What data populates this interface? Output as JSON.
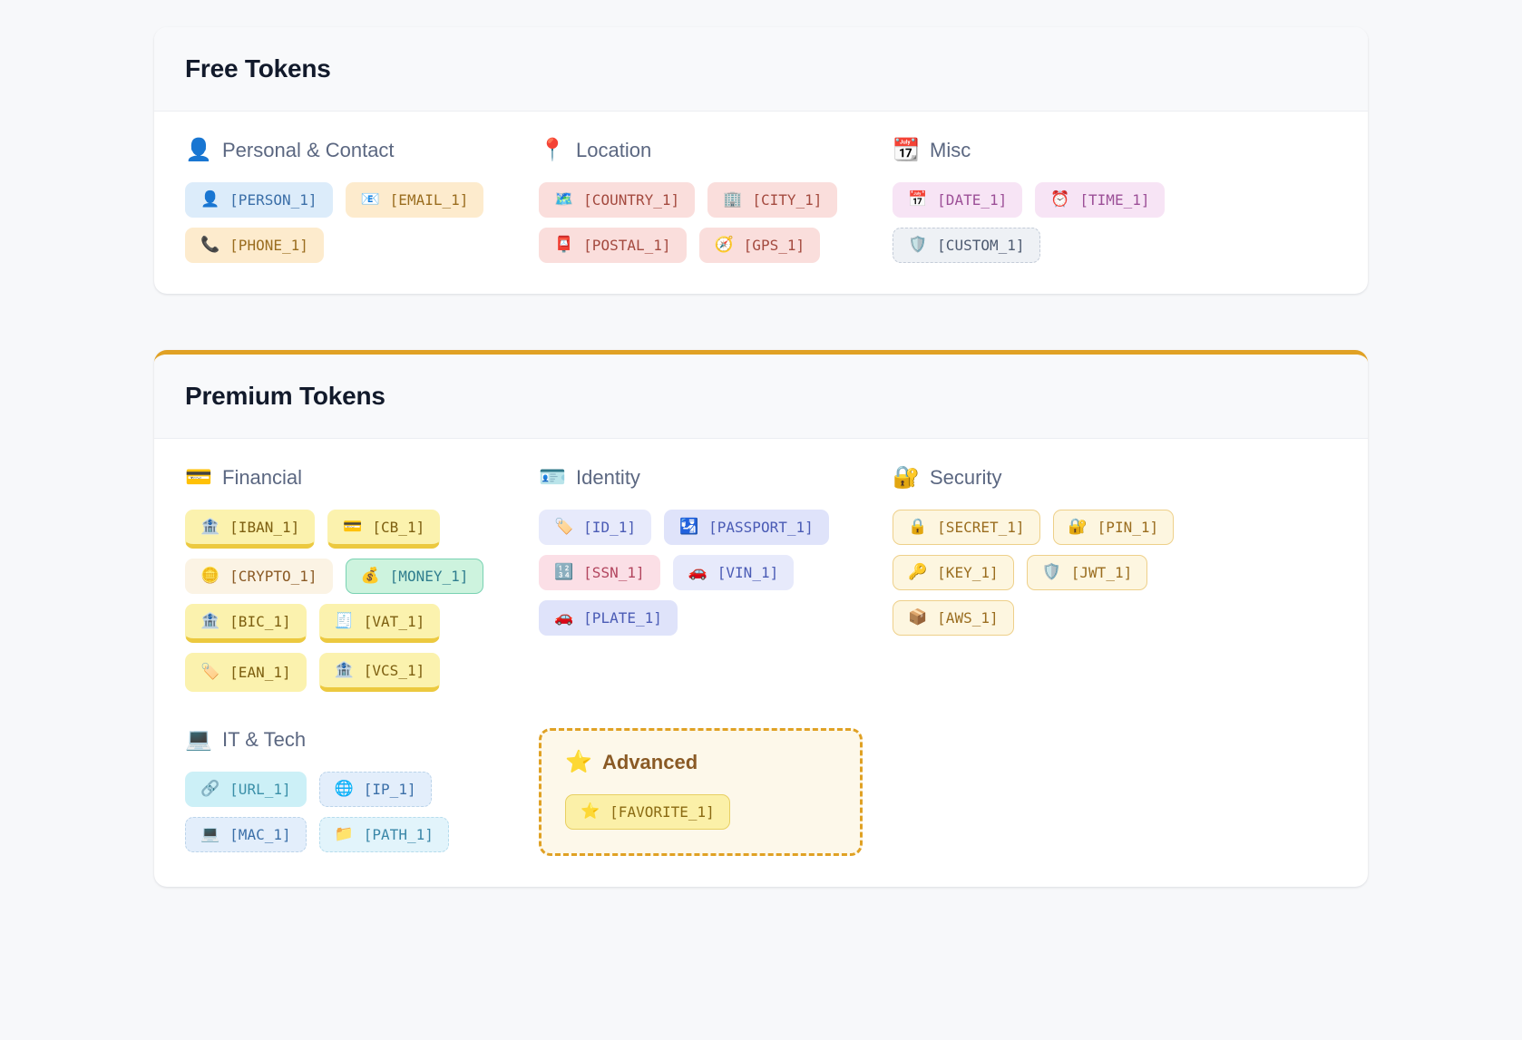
{
  "free_card": {
    "title": "Free Tokens",
    "groups": [
      {
        "name": "Personal & Contact",
        "icon": "bust-in-silhouette-icon",
        "emoji": "👤",
        "tokens": [
          {
            "label": "[PERSON_1]",
            "emoji": "👤",
            "icon": "person-icon",
            "variant": "v-blue"
          },
          {
            "label": "[EMAIL_1]",
            "emoji": "📧",
            "icon": "email-icon",
            "variant": "v-orange"
          },
          {
            "label": "[PHONE_1]",
            "emoji": "📞",
            "icon": "phone-icon",
            "variant": "v-orange"
          }
        ]
      },
      {
        "name": "Location",
        "icon": "round-pushpin-icon",
        "emoji": "📍",
        "tokens": [
          {
            "label": "[COUNTRY_1]",
            "emoji": "🗺️",
            "icon": "map-icon",
            "variant": "v-red"
          },
          {
            "label": "[CITY_1]",
            "emoji": "🏢",
            "icon": "building-icon",
            "variant": "v-red"
          },
          {
            "label": "[POSTAL_1]",
            "emoji": "📮",
            "icon": "postbox-icon",
            "variant": "v-red"
          },
          {
            "label": "[GPS_1]",
            "emoji": "🧭",
            "icon": "compass-icon",
            "variant": "v-red"
          }
        ]
      },
      {
        "name": "Misc",
        "icon": "calendar-icon",
        "emoji": "📆",
        "tokens": [
          {
            "label": "[DATE_1]",
            "emoji": "📅",
            "icon": "calendar-icon",
            "variant": "v-pink"
          },
          {
            "label": "[TIME_1]",
            "emoji": "⏰",
            "icon": "alarm-clock-icon",
            "variant": "v-pink"
          },
          {
            "label": "[CUSTOM_1]",
            "emoji": "🛡️",
            "icon": "shield-icon",
            "variant": "v-gray"
          }
        ]
      }
    ]
  },
  "premium_card": {
    "title": "Premium Tokens",
    "groups": [
      {
        "name": "Financial",
        "icon": "credit-card-icon",
        "emoji": "💳",
        "tokens": [
          {
            "label": "[IBAN_1]",
            "emoji": "🏦",
            "icon": "bank-icon",
            "variant": "v-yellow3"
          },
          {
            "label": "[CB_1]",
            "emoji": "💳",
            "icon": "credit-card-icon",
            "variant": "v-yellow3"
          },
          {
            "label": "[CRYPTO_1]",
            "emoji": "🪙",
            "icon": "coin-icon",
            "variant": "v-cream"
          },
          {
            "label": "[MONEY_1]",
            "emoji": "💰",
            "icon": "money-bag-icon",
            "variant": "v-mint"
          },
          {
            "label": "[BIC_1]",
            "emoji": "🏦",
            "icon": "bank-icon",
            "variant": "v-yellow3"
          },
          {
            "label": "[VAT_1]",
            "emoji": "🧾",
            "icon": "receipt-icon",
            "variant": "v-yellow3"
          },
          {
            "label": "[EAN_1]",
            "emoji": "🏷️",
            "icon": "label-icon",
            "variant": "v-yellow"
          },
          {
            "label": "[VCS_1]",
            "emoji": "🏦",
            "icon": "bank-icon",
            "variant": "v-yellow3"
          }
        ]
      },
      {
        "name": "Identity",
        "icon": "identification-card-icon",
        "emoji": "🪪",
        "tokens": [
          {
            "label": "[ID_1]",
            "emoji": "🏷️",
            "icon": "label-icon",
            "variant": "v-lav"
          },
          {
            "label": "[PASSPORT_1]",
            "emoji": "🛂",
            "icon": "passport-icon",
            "variant": "v-lav2"
          },
          {
            "label": "[SSN_1]",
            "emoji": "🔢",
            "icon": "numbers-icon",
            "variant": "v-pinkred"
          },
          {
            "label": "[VIN_1]",
            "emoji": "🚗",
            "icon": "car-icon",
            "variant": "v-lav"
          },
          {
            "label": "[PLATE_1]",
            "emoji": "🚗",
            "icon": "car-icon",
            "variant": "v-lav2"
          }
        ]
      },
      {
        "name": "Security",
        "icon": "locked-with-key-icon",
        "emoji": "🔐",
        "tokens": [
          {
            "label": "[SECRET_1]",
            "emoji": "🔒",
            "icon": "lock-icon",
            "variant": "v-ivory"
          },
          {
            "label": "[PIN_1]",
            "emoji": "🔐",
            "icon": "lock-key-icon",
            "variant": "v-ivory"
          },
          {
            "label": "[KEY_1]",
            "emoji": "🔑",
            "icon": "key-icon",
            "variant": "v-ivory"
          },
          {
            "label": "[JWT_1]",
            "emoji": "🛡️",
            "icon": "shield-icon",
            "variant": "v-ivory"
          },
          {
            "label": "[AWS_1]",
            "emoji": "📦",
            "icon": "package-icon",
            "variant": "v-ivory"
          }
        ]
      }
    ],
    "it_group": {
      "name": "IT & Tech",
      "icon": "laptop-icon",
      "emoji": "💻",
      "tokens": [
        {
          "label": "[URL_1]",
          "emoji": "🔗",
          "icon": "link-icon",
          "variant": "v-cyan"
        },
        {
          "label": "[IP_1]",
          "emoji": "🌐",
          "icon": "globe-icon",
          "variant": "v-icebl"
        },
        {
          "label": "[MAC_1]",
          "emoji": "💻",
          "icon": "laptop-icon",
          "variant": "v-icebl"
        },
        {
          "label": "[PATH_1]",
          "emoji": "📁",
          "icon": "folder-icon",
          "variant": "v-icecy"
        }
      ]
    },
    "advanced_group": {
      "name": "Advanced",
      "icon": "star-icon",
      "emoji": "⭐",
      "tokens": [
        {
          "label": "[FAVORITE_1]",
          "emoji": "⭐",
          "icon": "star-icon",
          "variant": "v-gold"
        }
      ]
    }
  }
}
